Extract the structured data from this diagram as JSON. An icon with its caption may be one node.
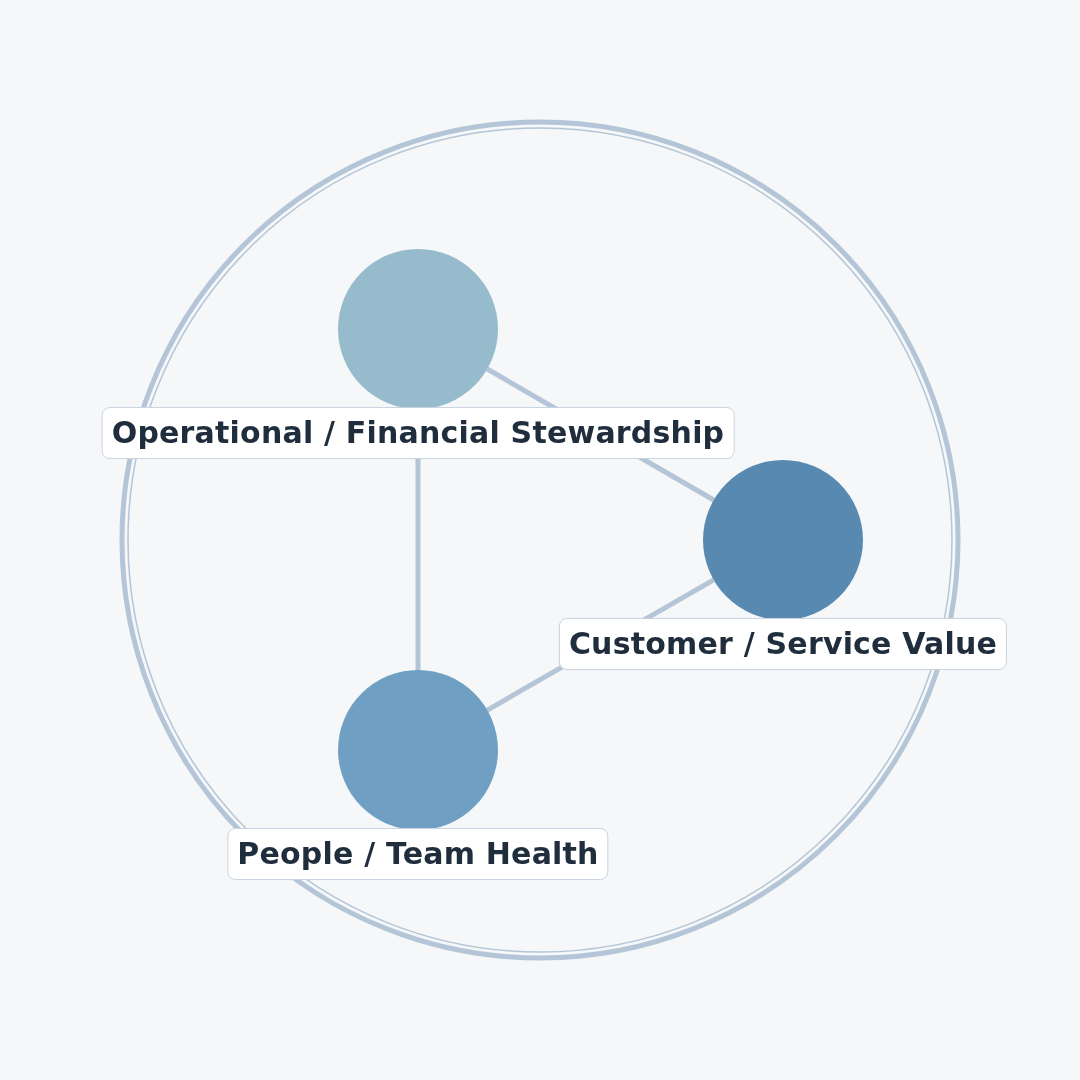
{
  "diagram": {
    "nodes": [
      {
        "text": [
          "Operational / Financial Stewardship"
        ]
      },
      {
        "text": [
          "Customer / Service Value"
        ]
      },
      {
        "text": [
          "People / Team Health"
        ]
      }
    ],
    "edges": [
      {
        "from": 0,
        "to": 1,
        "arrow": "none"
      },
      {
        "from": 1,
        "to": 2,
        "arrow": "none"
      },
      {
        "from": 0,
        "to": 2,
        "arrow": "none"
      }
    ]
  }
}
